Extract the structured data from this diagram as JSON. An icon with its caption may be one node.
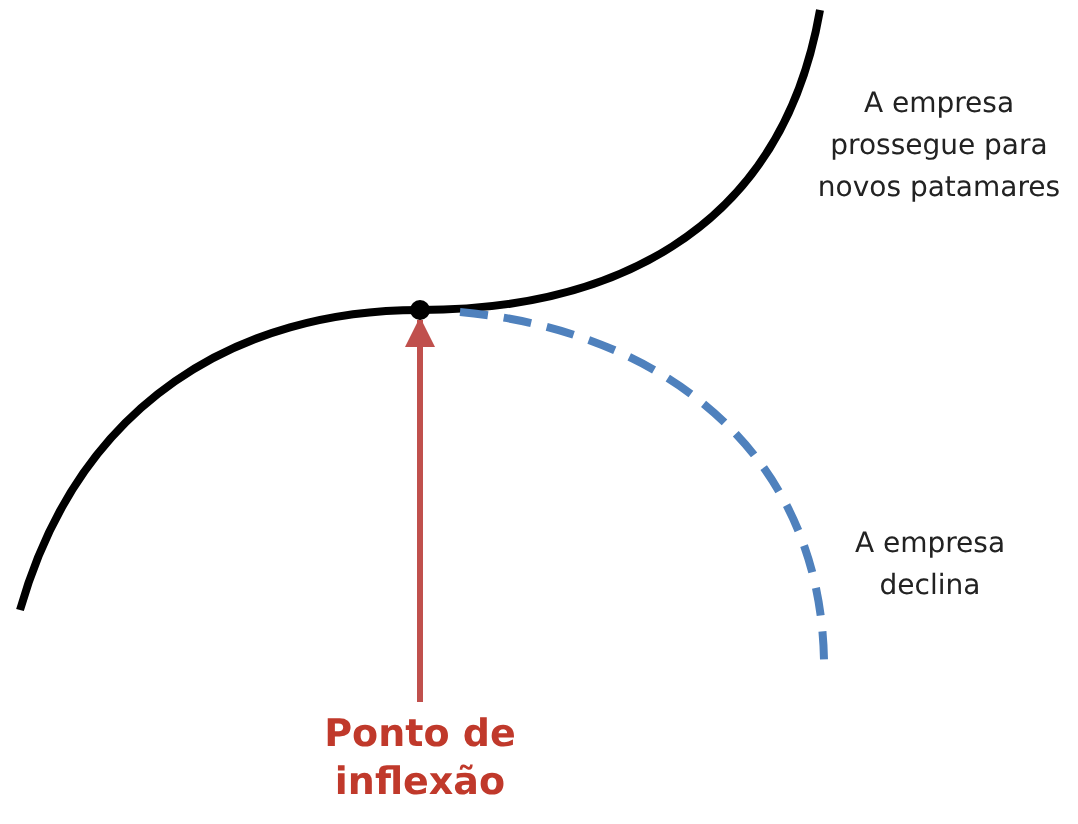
{
  "diagram": {
    "nodes": [
      {
        "text": [
          "Ponto de inflexão"
        ]
      },
      {
        "text": [],
        "shape": "point"
      }
    ],
    "edges": [
      {
        "from": 0,
        "to": 1,
        "arrow": "to"
      }
    ],
    "labels": [
      "A empresa prossegue para novos patamares",
      "A empresa declina"
    ]
  }
}
